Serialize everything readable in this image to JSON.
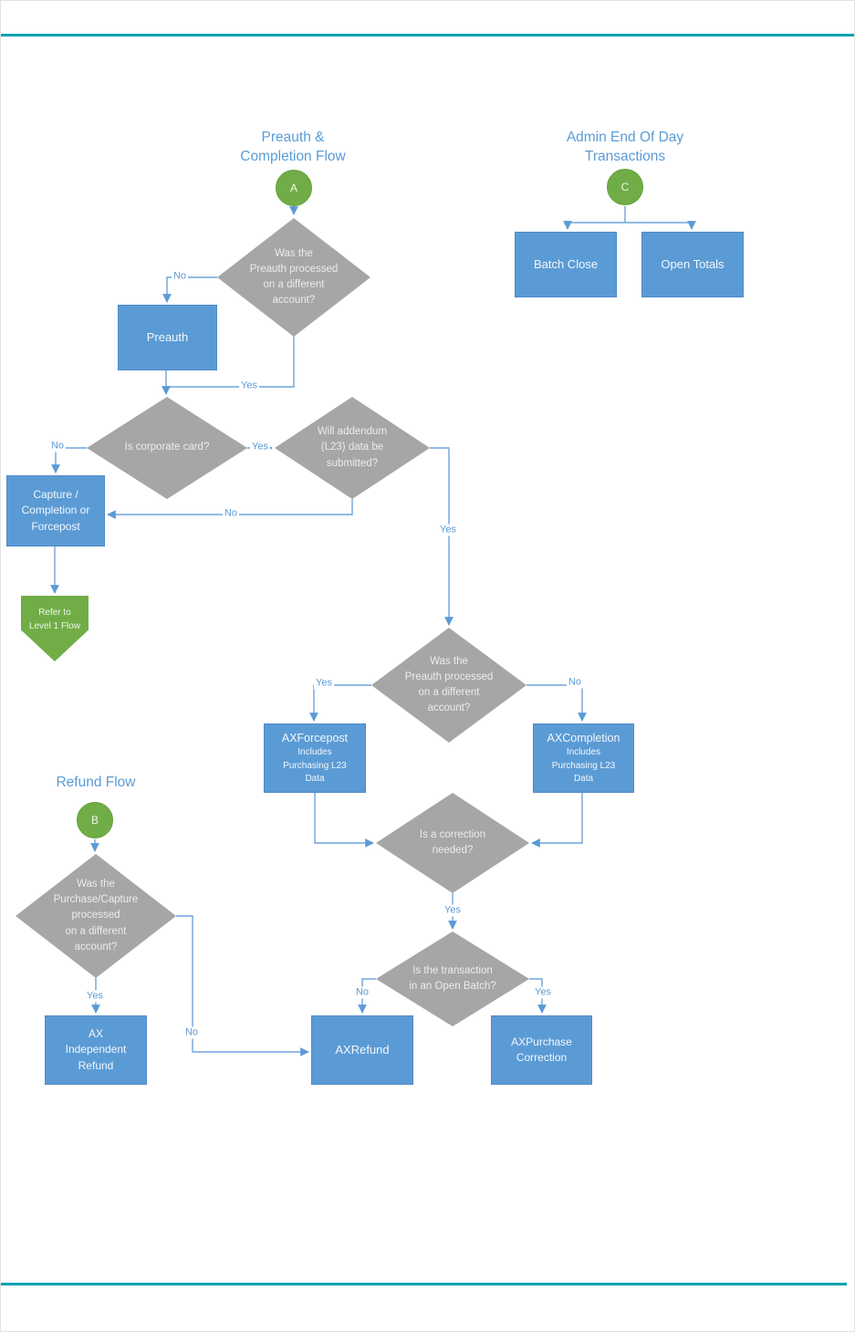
{
  "colors": {
    "accent_blue": "#5B9BD5",
    "connector_blue": "#6FA3DB",
    "shape_gray": "#A6A6A6",
    "shape_green": "#70AD47",
    "rule_teal": "#00A1B1"
  },
  "preauth_flow": {
    "title": "Preauth &\nCompletion Flow",
    "start_connector": "A",
    "q_preauth_account": "Was the\nPreauth processed\non a different\naccount?",
    "preauth": "Preauth",
    "q_corporate_card": "Is corporate card?",
    "q_addendum": "Will addendum\n(L23) data be\nsubmitted?",
    "capture": "Capture /\nCompletion or\nForcepost",
    "refer_level1": "Refer to\nLevel 1 Flow",
    "q_preauth_account_2": "Was the\nPreauth processed\non a different\naccount?",
    "axforcepost_title": "AXForcepost",
    "axforcepost_sub": "Includes\nPurchasing L23\nData",
    "axcompletion_title": "AXCompletion",
    "axcompletion_sub": "Includes\nPurchasing L23\nData",
    "q_correction": "Is a correction\nneeded?",
    "q_open_batch": "Is the transaction\nin an Open Batch?",
    "axrefund": "AXRefund",
    "axpurchase_correction": "AXPurchase\nCorrection"
  },
  "admin_flow": {
    "title": "Admin End Of Day\nTransactions",
    "start_connector": "C",
    "batch_close": "Batch Close",
    "open_totals": "Open Totals"
  },
  "refund_flow": {
    "title": "Refund Flow",
    "start_connector": "B",
    "q_purchase_account": "Was the\nPurchase/Capture\nprocessed\non a different\naccount?",
    "ax_independent_refund": "AX\nIndependent\nRefund"
  },
  "edge_labels": {
    "preauth_no": "No",
    "preauth_yes": "Yes",
    "corporate_no": "No",
    "corporate_yes": "Yes",
    "addendum_no": "No",
    "addendum_yes": "Yes",
    "account2_yes": "Yes",
    "account2_no": "No",
    "correction_yes": "Yes",
    "openbatch_no": "No",
    "openbatch_yes": "Yes",
    "refund_yes": "Yes",
    "refund_no": "No"
  }
}
